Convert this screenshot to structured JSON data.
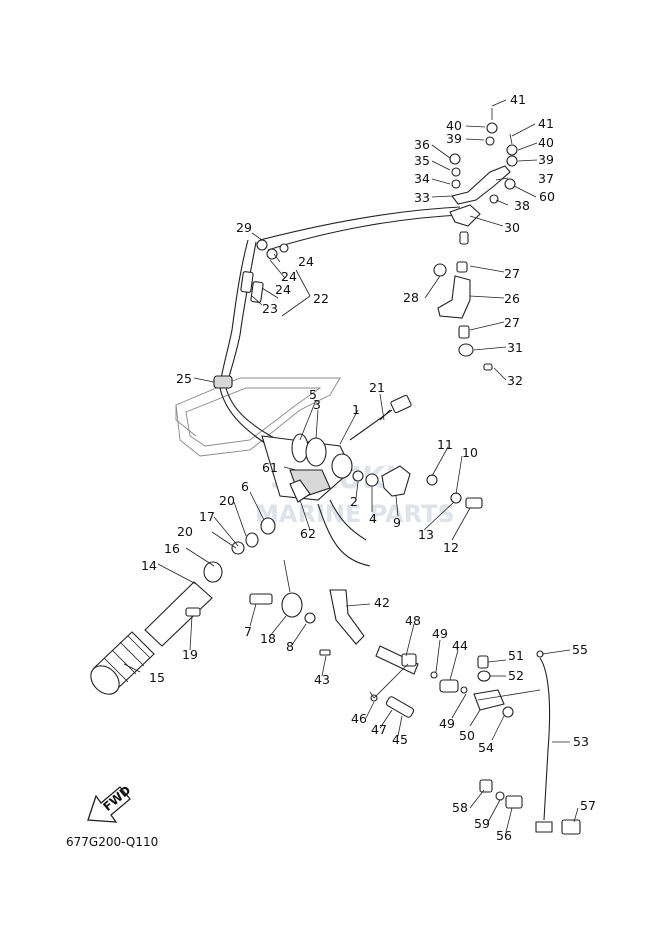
{
  "diagram": {
    "code": "677G200-Q110",
    "fwd_arrow_text": "FWD",
    "watermark": {
      "line1": "SUZUKI",
      "line2": "MARINE PARTS"
    }
  },
  "callouts": [
    {
      "id": "c1",
      "text": "1"
    },
    {
      "id": "c2",
      "text": "2"
    },
    {
      "id": "c3",
      "text": "3"
    },
    {
      "id": "c4",
      "text": "4"
    },
    {
      "id": "c5",
      "text": "5"
    },
    {
      "id": "c6",
      "text": "6"
    },
    {
      "id": "c7",
      "text": "7"
    },
    {
      "id": "c8",
      "text": "8"
    },
    {
      "id": "c9",
      "text": "9"
    },
    {
      "id": "c10",
      "text": "10"
    },
    {
      "id": "c11",
      "text": "11"
    },
    {
      "id": "c12",
      "text": "12"
    },
    {
      "id": "c13",
      "text": "13"
    },
    {
      "id": "c14",
      "text": "14"
    },
    {
      "id": "c15",
      "text": "15"
    },
    {
      "id": "c16",
      "text": "16"
    },
    {
      "id": "c17",
      "text": "17"
    },
    {
      "id": "c18",
      "text": "18"
    },
    {
      "id": "c19",
      "text": "19"
    },
    {
      "id": "c20a",
      "text": "20"
    },
    {
      "id": "c20b",
      "text": "20"
    },
    {
      "id": "c21",
      "text": "21"
    },
    {
      "id": "c22",
      "text": "22"
    },
    {
      "id": "c23",
      "text": "23"
    },
    {
      "id": "c24a",
      "text": "24"
    },
    {
      "id": "c24b",
      "text": "24"
    },
    {
      "id": "c24c",
      "text": "24"
    },
    {
      "id": "c25",
      "text": "25"
    },
    {
      "id": "c26",
      "text": "26"
    },
    {
      "id": "c27a",
      "text": "27"
    },
    {
      "id": "c27b",
      "text": "27"
    },
    {
      "id": "c28",
      "text": "28"
    },
    {
      "id": "c29",
      "text": "29"
    },
    {
      "id": "c30",
      "text": "30"
    },
    {
      "id": "c31",
      "text": "31"
    },
    {
      "id": "c32",
      "text": "32"
    },
    {
      "id": "c33",
      "text": "33"
    },
    {
      "id": "c34",
      "text": "34"
    },
    {
      "id": "c35",
      "text": "35"
    },
    {
      "id": "c36",
      "text": "36"
    },
    {
      "id": "c37",
      "text": "37"
    },
    {
      "id": "c38",
      "text": "38"
    },
    {
      "id": "c39a",
      "text": "39"
    },
    {
      "id": "c39b",
      "text": "39"
    },
    {
      "id": "c40a",
      "text": "40"
    },
    {
      "id": "c40b",
      "text": "40"
    },
    {
      "id": "c41a",
      "text": "41"
    },
    {
      "id": "c41b",
      "text": "41"
    },
    {
      "id": "c42",
      "text": "42"
    },
    {
      "id": "c43",
      "text": "43"
    },
    {
      "id": "c44",
      "text": "44"
    },
    {
      "id": "c45",
      "text": "45"
    },
    {
      "id": "c46",
      "text": "46"
    },
    {
      "id": "c47",
      "text": "47"
    },
    {
      "id": "c48",
      "text": "48"
    },
    {
      "id": "c49a",
      "text": "49"
    },
    {
      "id": "c49b",
      "text": "49"
    },
    {
      "id": "c50",
      "text": "50"
    },
    {
      "id": "c51",
      "text": "51"
    },
    {
      "id": "c52",
      "text": "52"
    },
    {
      "id": "c53",
      "text": "53"
    },
    {
      "id": "c54",
      "text": "54"
    },
    {
      "id": "c55",
      "text": "55"
    },
    {
      "id": "c56",
      "text": "56"
    },
    {
      "id": "c57",
      "text": "57"
    },
    {
      "id": "c58",
      "text": "58"
    },
    {
      "id": "c59",
      "text": "59"
    },
    {
      "id": "c60",
      "text": "60"
    },
    {
      "id": "c61",
      "text": "61"
    },
    {
      "id": "c62",
      "text": "62"
    }
  ]
}
